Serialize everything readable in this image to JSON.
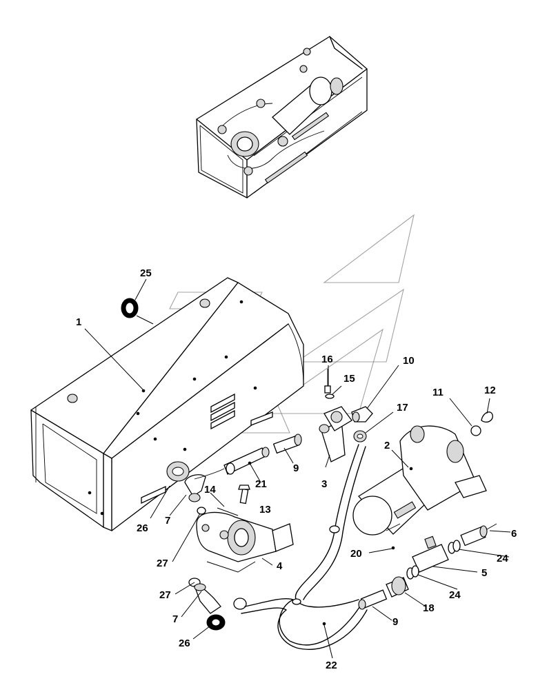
{
  "callouts": [
    {
      "id": "c1",
      "label": "1"
    },
    {
      "id": "c2",
      "label": "2"
    },
    {
      "id": "c3",
      "label": "3"
    },
    {
      "id": "c4",
      "label": "4"
    },
    {
      "id": "c5",
      "label": "5"
    },
    {
      "id": "c6",
      "label": "6"
    },
    {
      "id": "c7a",
      "label": "7"
    },
    {
      "id": "c7b",
      "label": "7"
    },
    {
      "id": "c9a",
      "label": "9"
    },
    {
      "id": "c9b",
      "label": "9"
    },
    {
      "id": "c10",
      "label": "10"
    },
    {
      "id": "c11",
      "label": "11"
    },
    {
      "id": "c12",
      "label": "12"
    },
    {
      "id": "c13",
      "label": "13"
    },
    {
      "id": "c14",
      "label": "14"
    },
    {
      "id": "c15",
      "label": "15"
    },
    {
      "id": "c16",
      "label": "16"
    },
    {
      "id": "c17",
      "label": "17"
    },
    {
      "id": "c18",
      "label": "18"
    },
    {
      "id": "c20",
      "label": "20"
    },
    {
      "id": "c21",
      "label": "21"
    },
    {
      "id": "c22",
      "label": "22"
    },
    {
      "id": "c24a",
      "label": "24"
    },
    {
      "id": "c24b",
      "label": "24"
    },
    {
      "id": "c25",
      "label": "25"
    },
    {
      "id": "c26a",
      "label": "26"
    },
    {
      "id": "c26b",
      "label": "26"
    },
    {
      "id": "c27a",
      "label": "27"
    },
    {
      "id": "c27b",
      "label": "27"
    }
  ]
}
